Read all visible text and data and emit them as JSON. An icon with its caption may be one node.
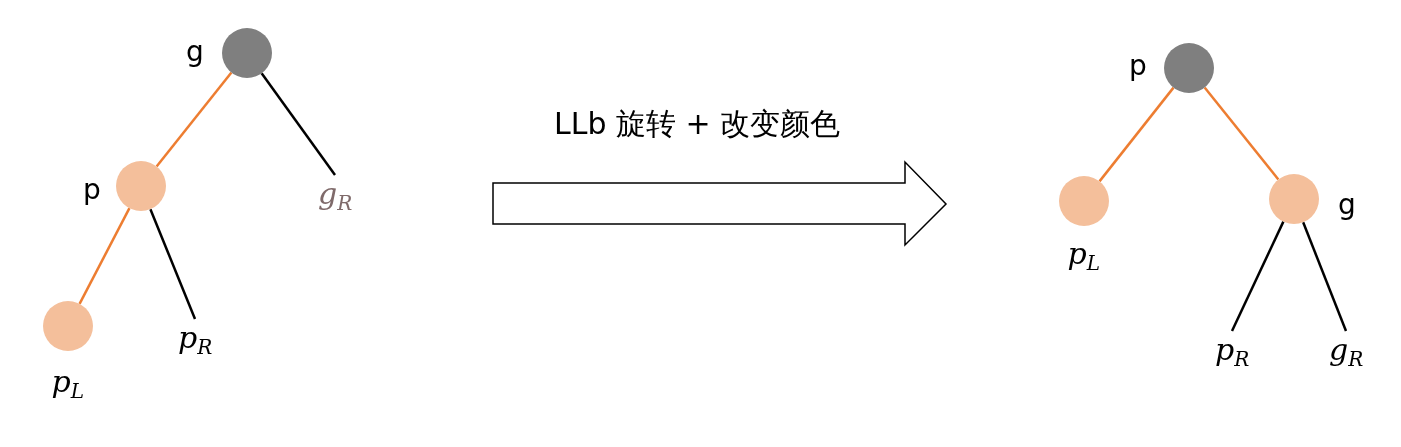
{
  "diagram": {
    "nodes": [
      {
        "text": [
          "g"
        ]
      },
      {
        "text": [
          "p"
        ]
      },
      {
        "text": [
          "p$_{L}$"
        ]
      },
      {
        "text": [
          "p$_{R}$"
        ]
      },
      {
        "text": [
          "g$_{R}$"
        ]
      },
      {
        "text": [
          "p"
        ]
      },
      {
        "text": [
          "p$_{L}$"
        ]
      },
      {
        "text": [
          "g"
        ]
      },
      {
        "text": [
          "p$_{R}$"
        ]
      },
      {
        "text": [
          "g$_{R}$"
        ]
      }
    ],
    "edges": [
      {
        "from": 0,
        "to": 1,
        "arrow": "none",
        "color": "#ed7d31"
      },
      {
        "from": 0,
        "to": 4,
        "arrow": "none",
        "color": "#000000"
      },
      {
        "from": 1,
        "to": 2,
        "arrow": "none",
        "color": "#ed7d31"
      },
      {
        "from": 1,
        "to": 3,
        "arrow": "none",
        "color": "#000000"
      },
      {
        "from": 5,
        "to": 6,
        "arrow": "none",
        "color": "#ed7d31"
      },
      {
        "from": 5,
        "to": 7,
        "arrow": "none",
        "color": "#ed7d31"
      },
      {
        "from": 7,
        "to": 8,
        "arrow": "none",
        "color": "#000000"
      },
      {
        "from": 7,
        "to": 9,
        "arrow": "none",
        "color": "#000000"
      }
    ],
    "labels": [
      "LLb 旋转 + 改变颜色"
    ]
  }
}
